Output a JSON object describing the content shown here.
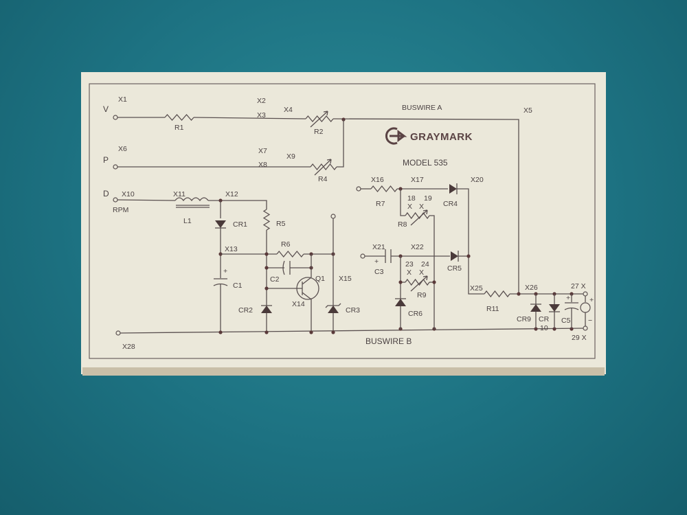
{
  "card": {
    "brand": "GRAYMARK",
    "model": "MODEL 535",
    "buswire_a": "BUSWIRE A",
    "buswire_b": "BUSWIRE B"
  },
  "colors": {
    "background": "#1d7282",
    "card": "#ebe8da",
    "ink": "#4a4142"
  },
  "terminals": {
    "v": "V",
    "p": "P",
    "d": "D",
    "rpm": "RPM"
  },
  "labels": {
    "X1": "X1",
    "X2": "X2",
    "X3": "X3",
    "X4": "X4",
    "X5": "X5",
    "X6": "X6",
    "X7": "X7",
    "X8": "X8",
    "X9": "X9",
    "X10": "X10",
    "X11": "X11",
    "X12": "X12",
    "X13": "X13",
    "X14": "X14",
    "X15": "X15",
    "X16": "X16",
    "X17": "X17",
    "n18": "18",
    "n19": "19",
    "x18": "X",
    "x19": "X",
    "X20": "X20",
    "X21": "X21",
    "X22": "X22",
    "n23": "23",
    "n24": "24",
    "x23": "X",
    "x24": "X",
    "X25": "X25",
    "X26": "X26",
    "X27": "27 X",
    "X28": "X28",
    "X29": "29 X",
    "R1": "R1",
    "R2": "R2",
    "R4": "R4",
    "R5": "R5",
    "R6": "R6",
    "R7": "R7",
    "R8": "R8",
    "R9": "R9",
    "R11": "R11",
    "L1": "L1",
    "C1": "C1",
    "C2": "C2",
    "C3": "C3",
    "C5": "C5",
    "Q1": "Q1",
    "CR1": "CR1",
    "CR2": "CR2",
    "CR3": "CR3",
    "CR4": "CR4",
    "CR5": "CR5",
    "CR6": "CR6",
    "CR9": "CR9",
    "CR10a": "CR",
    "CR10b": "10",
    "plus_c1": "+",
    "plus_c3": "+",
    "plus_c5": "+",
    "plus_m": "+",
    "minus_m": "−"
  }
}
